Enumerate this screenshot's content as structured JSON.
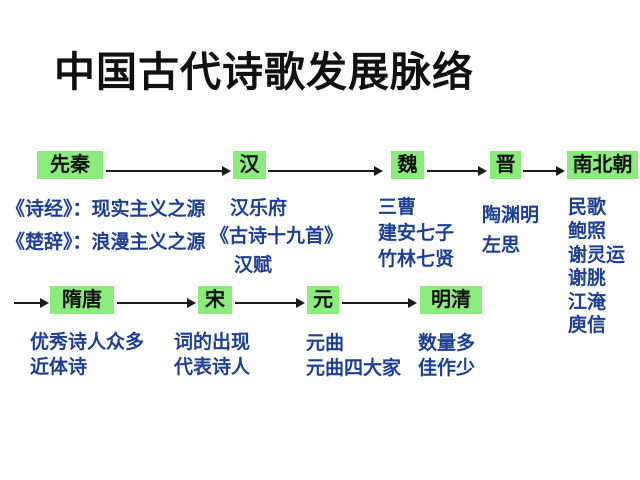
{
  "title": "中国古代诗歌发展脉络",
  "colors": {
    "period_box_bg": "#8ceb7d",
    "note_text": "#1c3f93",
    "arrow": "#1a1a1a",
    "title_text": "#111111",
    "background": "#ffffff"
  },
  "rows": [
    {
      "periods": [
        {
          "label": "先秦",
          "notes": [
            "《诗经》：现实主义之源",
            "《楚辞》：浪漫主义之源"
          ]
        },
        {
          "label": "汉",
          "notes": [
            "汉乐府",
            "《古诗十九首》",
            "汉赋"
          ]
        },
        {
          "label": "魏",
          "notes": [
            "三曹",
            "建安七子",
            "竹林七贤"
          ]
        },
        {
          "label": "晋",
          "notes": [
            "陶渊明",
            "左思"
          ]
        },
        {
          "label": "南北朝",
          "notes": [
            "民歌",
            "鲍照",
            "谢灵运",
            "谢朓",
            "江淹",
            "庾信"
          ]
        }
      ]
    },
    {
      "periods": [
        {
          "label": "隋唐",
          "notes": [
            "优秀诗人众多",
            "近体诗"
          ]
        },
        {
          "label": "宋",
          "notes": [
            "词的出现",
            "代表诗人"
          ]
        },
        {
          "label": "元",
          "notes": [
            "元曲",
            "元曲四大家"
          ]
        },
        {
          "label": "明清",
          "notes": [
            "数量多",
            "佳作少"
          ]
        }
      ]
    }
  ]
}
